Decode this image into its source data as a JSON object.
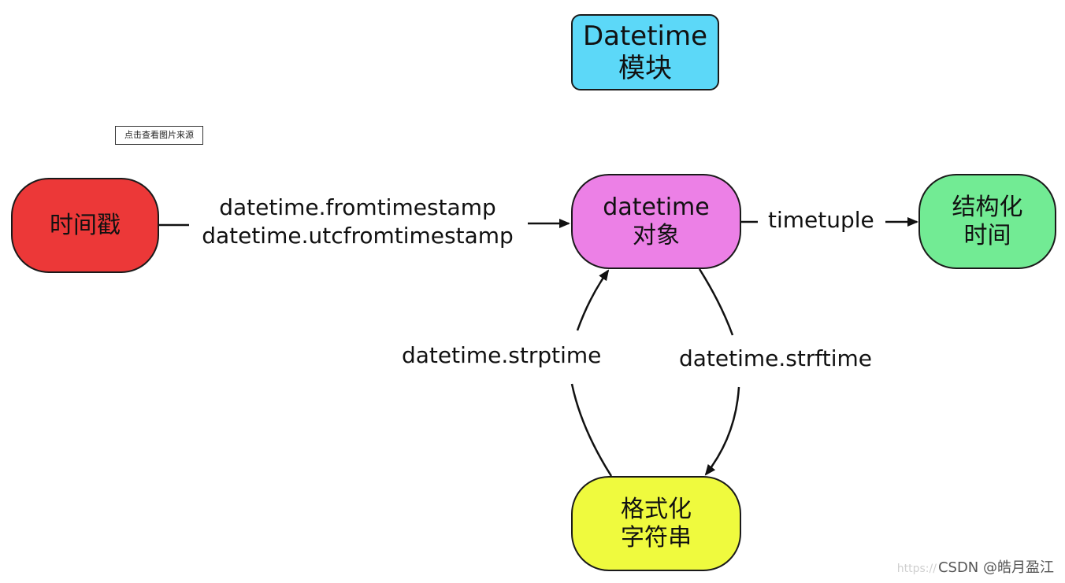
{
  "title": {
    "line1": "Datetime",
    "line2": "模块"
  },
  "source_button": "点击查看图片来源",
  "nodes": {
    "timestamp": {
      "line1": "时间戳"
    },
    "datetime_obj": {
      "line1": "datetime",
      "line2": "对象"
    },
    "struct_time": {
      "line1": "结构化",
      "line2": "时间"
    },
    "format_string": {
      "line1": "格式化",
      "line2": "字符串"
    }
  },
  "edges": {
    "fromtimestamp": "datetime.fromtimestamp",
    "utcfromtimestamp": "datetime.utcfromtimestamp",
    "timetuple": "timetuple",
    "strptime": "datetime.strptime",
    "strftime": "datetime.strftime"
  },
  "colors": {
    "title": "#5cd8f8",
    "timestamp": "#ec3838",
    "datetime_obj": "#ec80e6",
    "struct_time": "#72eb94",
    "format_string": "#effa3e"
  },
  "watermark": {
    "url": "https://",
    "text": "CSDN @皓月盈江"
  }
}
